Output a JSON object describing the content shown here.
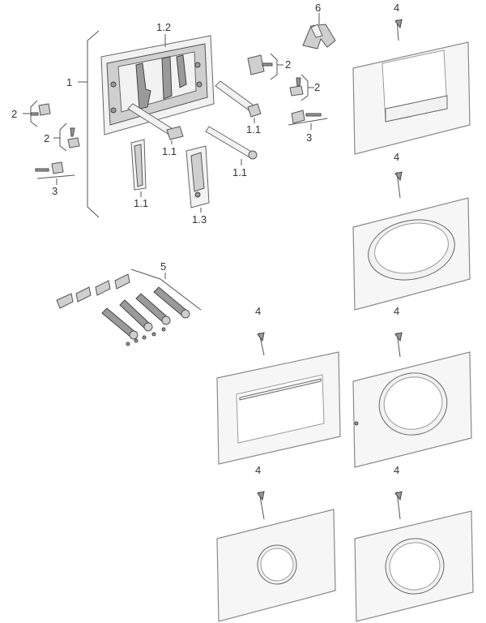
{
  "labels": {
    "frame": "1",
    "frame_top": "1.2",
    "rod_right_upper": "1.1",
    "rod_center": "1.1",
    "rod_right_lower": "1.1",
    "rod_vertical": "1.1",
    "bracket": "1.3",
    "clip_left_upper": "2",
    "clip_left_lower": "2",
    "clip_right_upper": "2",
    "clip_right_lower": "2",
    "screw_left": "3",
    "screw_right": "3",
    "pin_plate_1": "4",
    "pin_plate_2": "4",
    "pin_plate_3": "4",
    "pin_plate_4": "4",
    "pin_plate_5": "4",
    "pin_plate_6": "4",
    "mounting_set": "5",
    "tool": "6"
  }
}
